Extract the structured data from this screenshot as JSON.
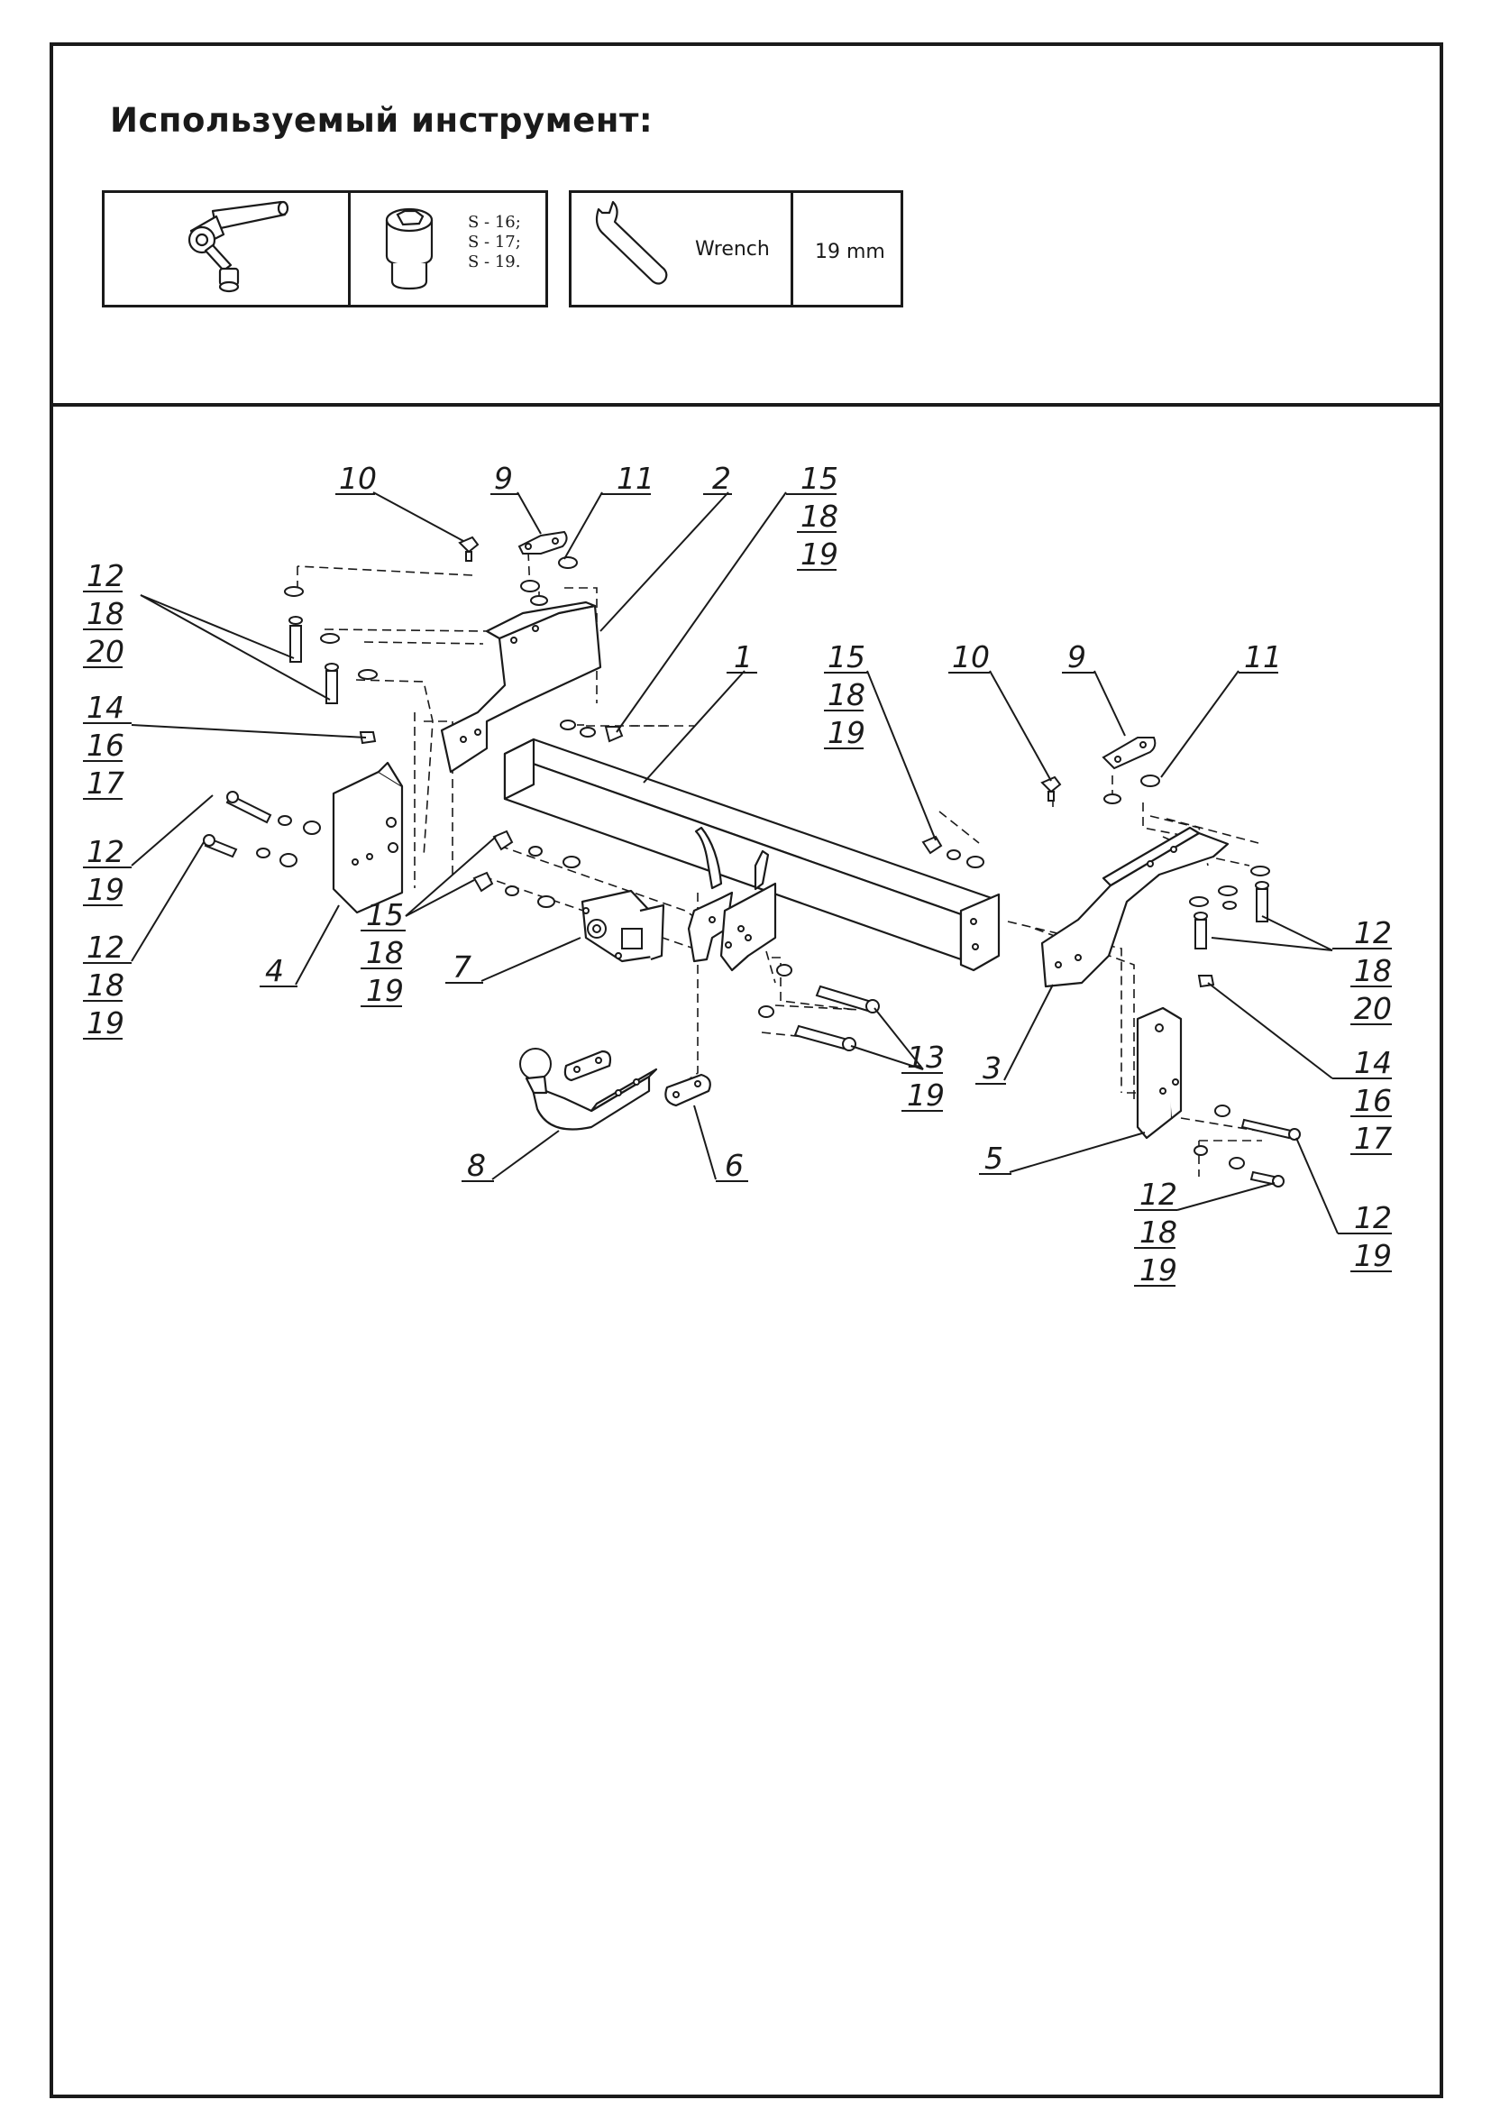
{
  "header": {
    "title": "Используемый инструмент:"
  },
  "tools": {
    "ratchet": {
      "icon": "ratchet-handle-icon"
    },
    "socket": {
      "icon": "socket-head-icon",
      "sizes": [
        "S - 16;",
        "S - 17;",
        "S - 19."
      ]
    },
    "wrench": {
      "icon": "open-end-wrench-icon",
      "label": "Wrench",
      "size": "19 mm"
    }
  },
  "diagram": {
    "callouts": [
      {
        "id": "c-10-left",
        "lines": [
          "10"
        ]
      },
      {
        "id": "c-9-left",
        "lines": [
          "9"
        ]
      },
      {
        "id": "c-11-left",
        "lines": [
          "11"
        ]
      },
      {
        "id": "c-2",
        "lines": [
          "2"
        ]
      },
      {
        "id": "c-15-top",
        "lines": [
          "15",
          "18",
          "19"
        ]
      },
      {
        "id": "c-12-upper-left",
        "lines": [
          "12",
          "18",
          "20"
        ]
      },
      {
        "id": "c-14-left",
        "lines": [
          "14",
          "16",
          "17"
        ]
      },
      {
        "id": "c-1",
        "lines": [
          "1"
        ]
      },
      {
        "id": "c-15-mid",
        "lines": [
          "15",
          "18",
          "19"
        ]
      },
      {
        "id": "c-10-right",
        "lines": [
          "10"
        ]
      },
      {
        "id": "c-9-right",
        "lines": [
          "9"
        ]
      },
      {
        "id": "c-11-right",
        "lines": [
          "11"
        ]
      },
      {
        "id": "c-12-left-a",
        "lines": [
          "12",
          "19"
        ]
      },
      {
        "id": "c-12-left-b",
        "lines": [
          "12",
          "18",
          "19"
        ]
      },
      {
        "id": "c-4",
        "lines": [
          "4"
        ]
      },
      {
        "id": "c-15-lower",
        "lines": [
          "15",
          "18",
          "19"
        ]
      },
      {
        "id": "c-7",
        "lines": [
          "7"
        ]
      },
      {
        "id": "c-12-right-upper",
        "lines": [
          "12",
          "18",
          "20"
        ]
      },
      {
        "id": "c-3",
        "lines": [
          "3"
        ]
      },
      {
        "id": "c-14-right",
        "lines": [
          "14",
          "16",
          "17"
        ]
      },
      {
        "id": "c-13",
        "lines": [
          "13",
          "19"
        ]
      },
      {
        "id": "c-5",
        "lines": [
          "5"
        ]
      },
      {
        "id": "c-8",
        "lines": [
          "8"
        ]
      },
      {
        "id": "c-6",
        "lines": [
          "6"
        ]
      },
      {
        "id": "c-12-right-lower-a",
        "lines": [
          "12",
          "18",
          "19"
        ]
      },
      {
        "id": "c-12-right-lower-b",
        "lines": [
          "12",
          "19"
        ]
      }
    ]
  }
}
